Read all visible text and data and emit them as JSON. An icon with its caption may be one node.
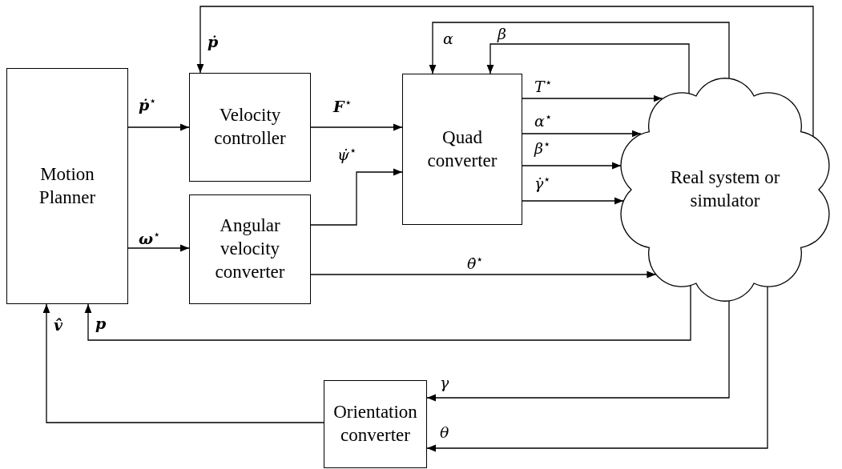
{
  "diagram": {
    "nodes": [
      {
        "text": [
          "Motion Planner"
        ]
      },
      {
        "text": [
          "Velocity controller"
        ]
      },
      {
        "text": [
          "Angular velocity converter"
        ]
      },
      {
        "text": [
          "Quad converter"
        ]
      },
      {
        "text": [
          "Real system or simulator"
        ]
      },
      {
        "text": [
          "Orientation converter"
        ]
      }
    ],
    "edges": [
      {
        "from": 0,
        "to": 1,
        "arrow": "to",
        "label": "**ṗ**$^{⋆}$"
      },
      {
        "from": 0,
        "to": 2,
        "arrow": "to",
        "label": "**ω**$^{⋆}$"
      },
      {
        "from": 1,
        "to": 3,
        "arrow": "to",
        "label": "**F**$^{⋆}$"
      },
      {
        "from": 2,
        "to": 3,
        "arrow": "to",
        "label": "ψ̇$^{⋆}$"
      },
      {
        "from": 2,
        "to": 4,
        "arrow": "to",
        "label": "θ̇$^{⋆}$"
      },
      {
        "from": 3,
        "to": 4,
        "arrow": "to",
        "label": "T$^{⋆}$"
      },
      {
        "from": 3,
        "to": 4,
        "arrow": "to",
        "label": "α$^{⋆}$"
      },
      {
        "from": 3,
        "to": 4,
        "arrow": "to",
        "label": "β$^{⋆}$"
      },
      {
        "from": 3,
        "to": 4,
        "arrow": "to",
        "label": "γ̇$^{⋆}$"
      },
      {
        "from": 4,
        "to": 1,
        "arrow": "to",
        "label": "**ṗ**"
      },
      {
        "from": 4,
        "to": 3,
        "arrow": "to",
        "label": "α"
      },
      {
        "from": 4,
        "to": 3,
        "arrow": "to",
        "label": "β"
      },
      {
        "from": 4,
        "to": 0,
        "arrow": "to",
        "label": "**p**"
      },
      {
        "from": 4,
        "to": 5,
        "arrow": "to",
        "label": "γ"
      },
      {
        "from": 4,
        "to": 5,
        "arrow": "to",
        "label": "θ"
      },
      {
        "from": 5,
        "to": 0,
        "arrow": "to",
        "label": "**v̂**"
      }
    ]
  }
}
